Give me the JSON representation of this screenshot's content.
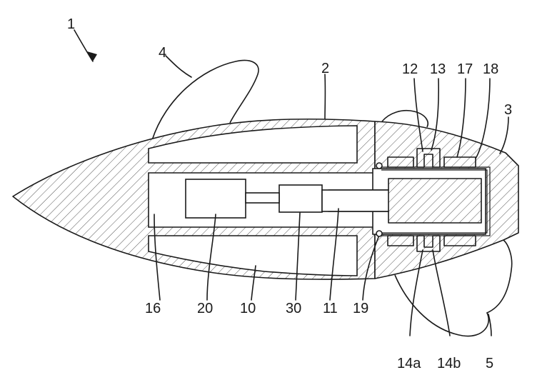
{
  "labels": {
    "device": "1",
    "body": "2",
    "nose": "3",
    "upper_fin": "4",
    "lower_fin": "5",
    "chamber": "10",
    "shaft": "11",
    "bearing_a": "12",
    "seal": "13",
    "ring_a": "14a",
    "ring_b": "14b",
    "cavity": "16",
    "sleeve_a": "17",
    "sleeve_b": "18",
    "o_ring": "19",
    "motor": "20",
    "gearbox": "30"
  }
}
